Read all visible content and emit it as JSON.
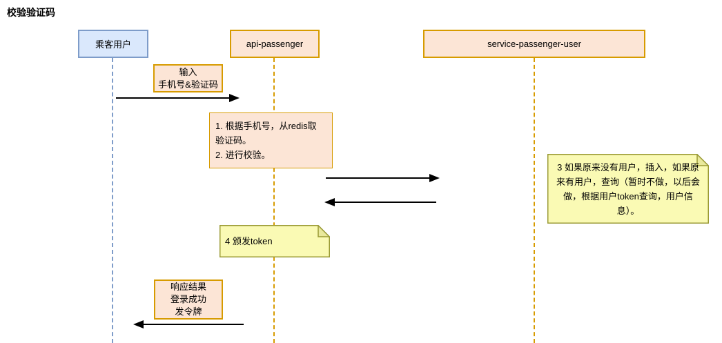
{
  "title": "校验验证码",
  "participants": [
    {
      "label": "乘客用户",
      "color": "blue"
    },
    {
      "label": "api-passenger",
      "color": "orange"
    },
    {
      "label": "service-passenger-user",
      "color": "orange"
    }
  ],
  "messages": [
    {
      "from": "乘客用户",
      "to": "api-passenger",
      "direction": "right",
      "lines": [
        "输入",
        "手机号&验证码"
      ]
    },
    {
      "from": "api-passenger",
      "to": "service-passenger-user",
      "direction": "right",
      "lines": []
    },
    {
      "from": "service-passenger-user",
      "to": "api-passenger",
      "direction": "left",
      "lines": []
    },
    {
      "from": "api-passenger",
      "to": "乘客用户",
      "direction": "left",
      "lines": [
        "响应结果",
        "登录成功",
        "发令牌"
      ]
    }
  ],
  "notes": [
    {
      "shape": "rectangle",
      "align": "left",
      "lines": [
        "1. 根据手机号，从redis取",
        "验证码。",
        "2. 进行校验。"
      ]
    },
    {
      "shape": "sticky",
      "align": "center",
      "lines": [
        "3 如果原来没有用户，插入，如果原",
        "来有用户，查询（暂时不做，以后会",
        "做，根据用户token查询，用户信",
        "息）。"
      ]
    },
    {
      "shape": "sticky",
      "align": "left",
      "lines": [
        "4 颁发token"
      ]
    }
  ],
  "colors": {
    "participant_blue_fill": "#dae8fc",
    "participant_blue_border": "#7e9cc9",
    "participant_orange_fill": "#fce5d6",
    "participant_orange_border": "#d79b00",
    "note_yellow_fill": "#fafab4",
    "note_yellow_fold": "#e9e99c",
    "note_yellow_border": "#999933",
    "arrow": "#000000"
  }
}
